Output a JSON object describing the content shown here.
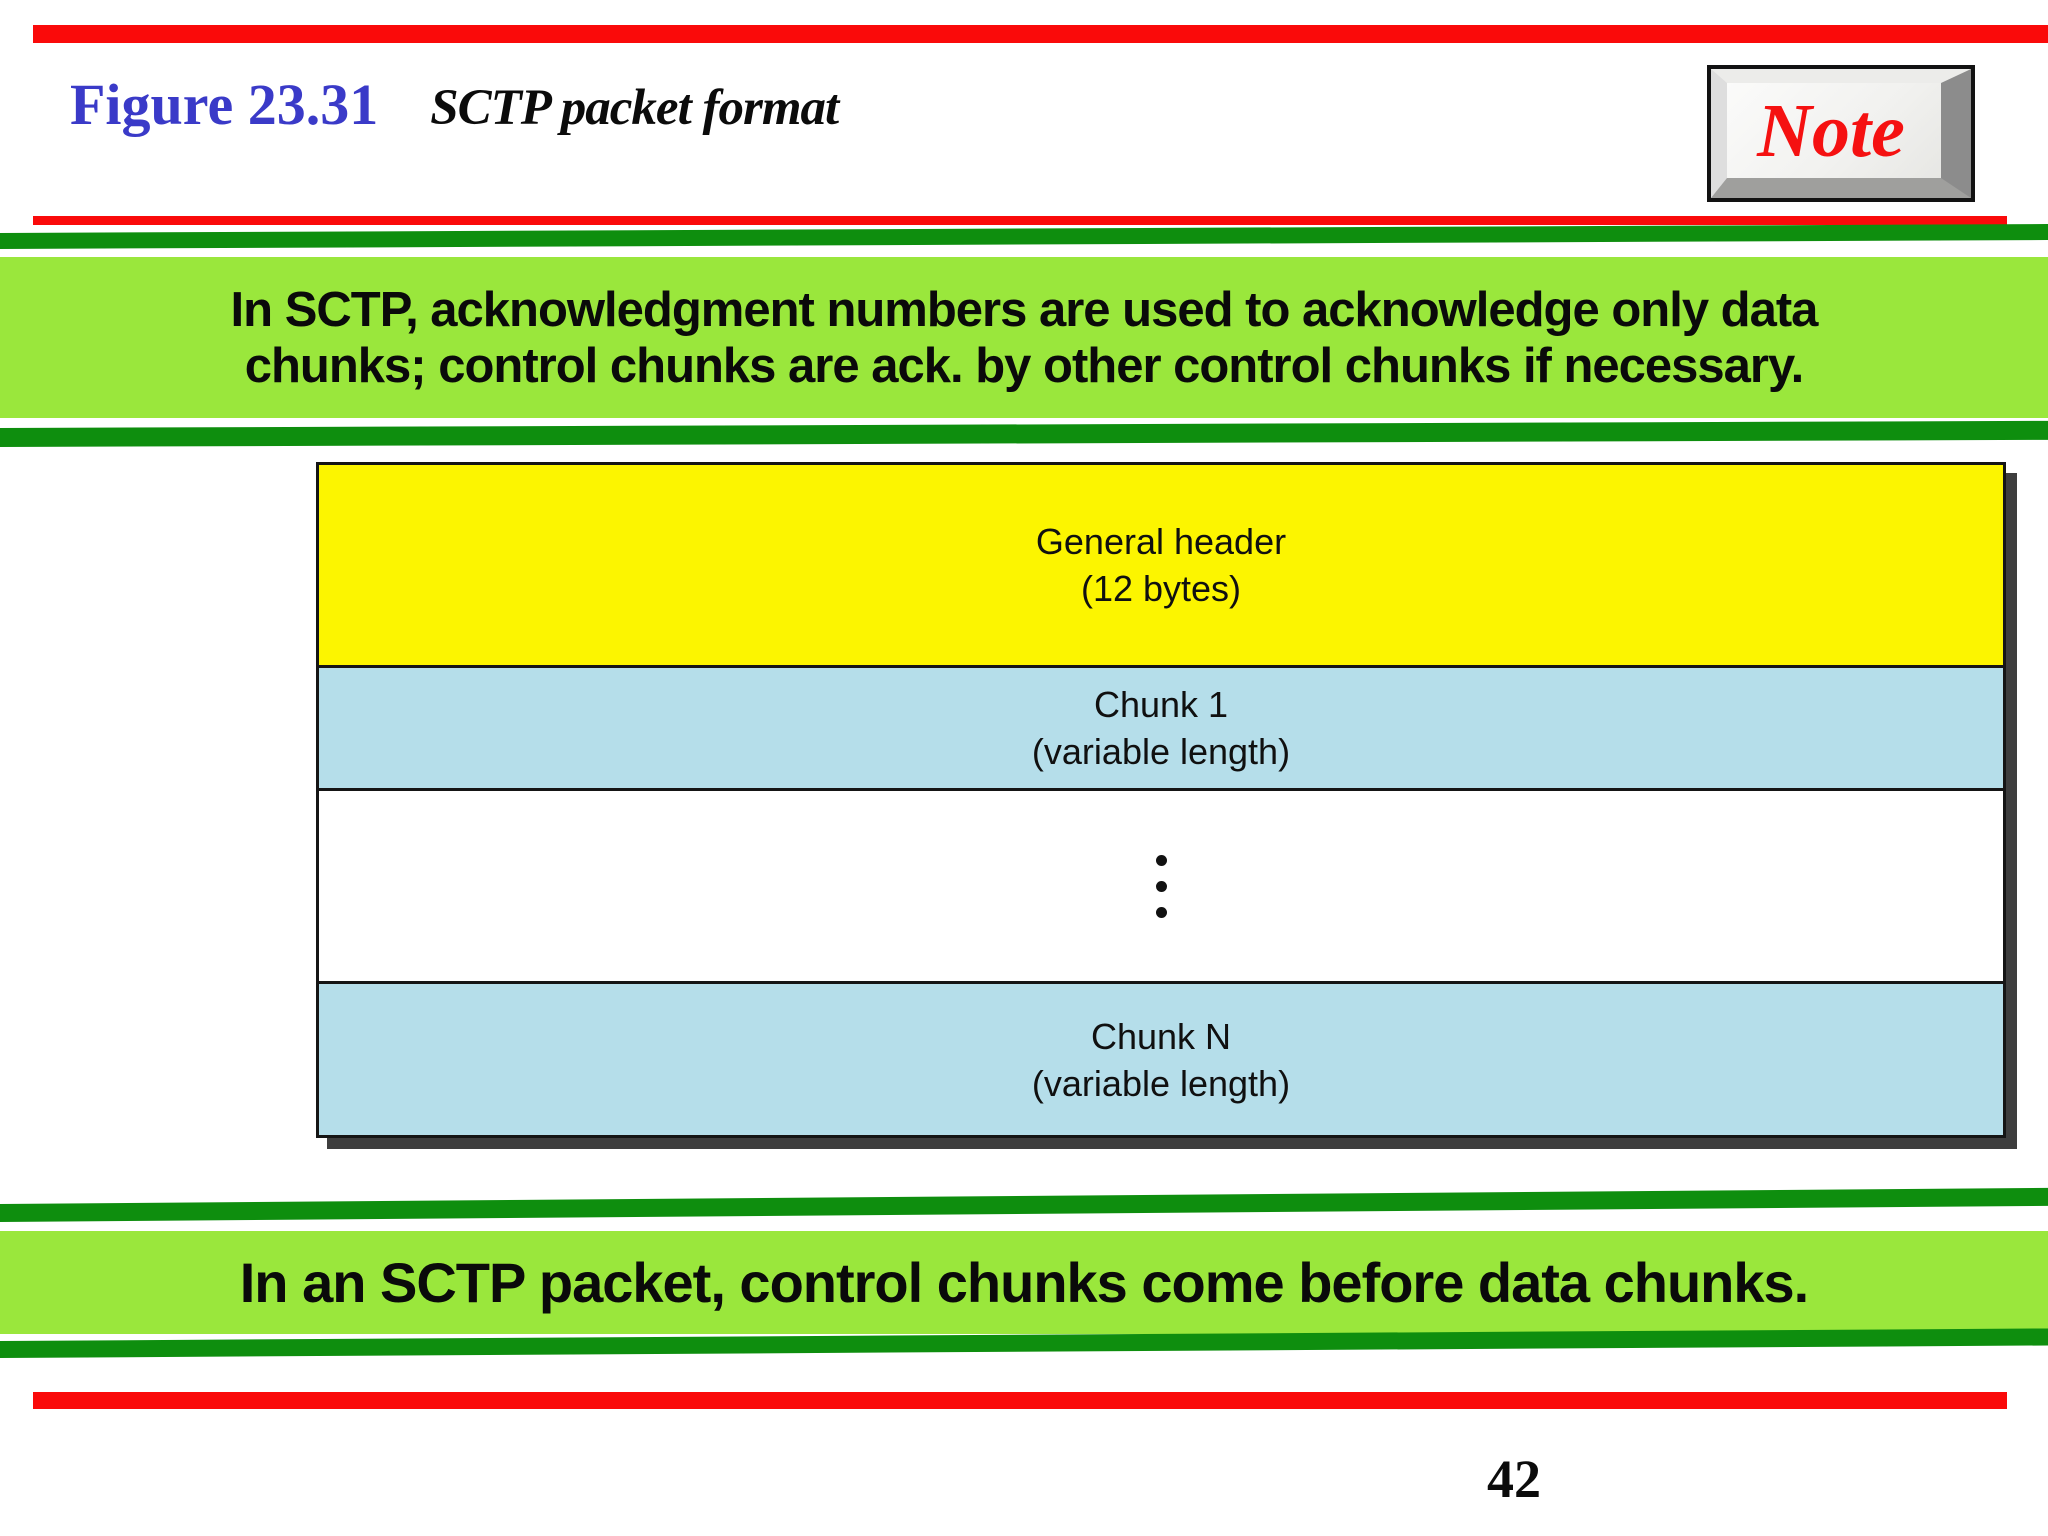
{
  "header": {
    "figure_label": "Figure 23.31",
    "figure_title": "SCTP packet format",
    "note_label": "Note"
  },
  "notes": {
    "top_line1": "In SCTP, acknowledgment numbers are used to acknowledge only data",
    "top_line2": "chunks; control chunks are ack. by other control chunks if necessary.",
    "bottom": "In an SCTP packet, control chunks come before data chunks."
  },
  "diagram": {
    "general_header": {
      "title": "General header",
      "subtitle": "(12 bytes)"
    },
    "chunk1": {
      "title": "Chunk 1",
      "subtitle": "(variable length)"
    },
    "chunkN": {
      "title": "Chunk N",
      "subtitle": "(variable length)"
    }
  },
  "footer": {
    "page_number": "42"
  },
  "icons": {
    "vertical_ellipsis": "three-stacked-dots"
  },
  "colors": {
    "accent_red": "#FA0A0A",
    "title_blue": "#3A3AC8",
    "dark_green": "#0E8E0E",
    "bright_green": "#9AE73C",
    "header_yellow": "#FCF500",
    "chunk_blue": "#B5DEEA",
    "note_text_red": "#F51111",
    "diagram_shadow": "#3E3E3E"
  }
}
